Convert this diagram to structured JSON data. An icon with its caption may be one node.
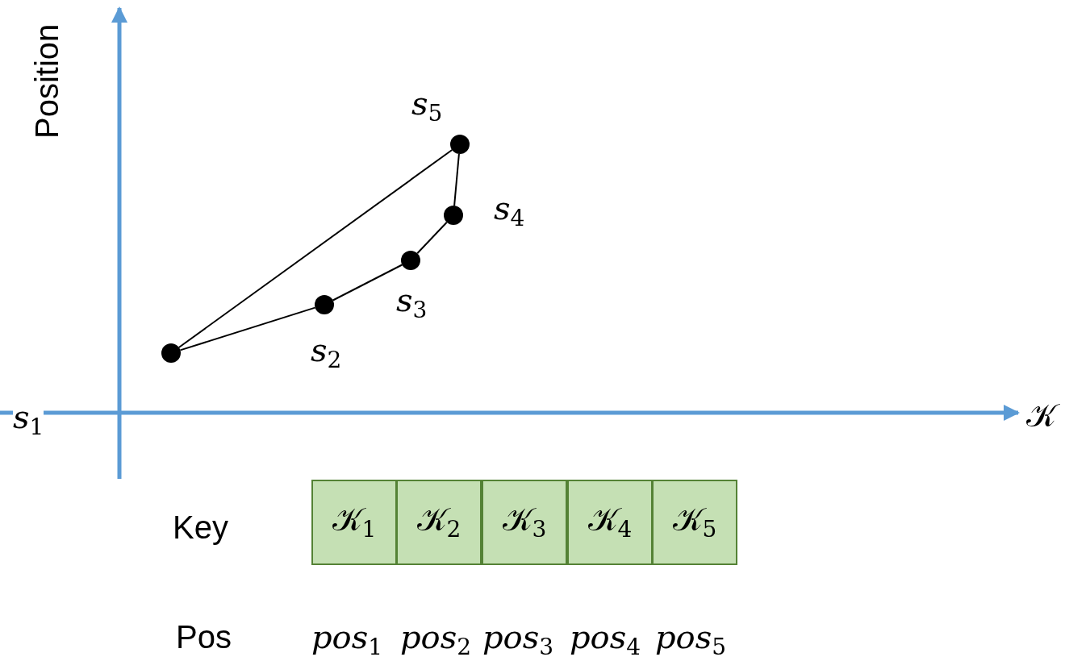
{
  "diagram": {
    "nodes": [
      {
        "text": [],
        "shape": "circle"
      },
      {
        "text": [],
        "shape": "circle",
        "beside": [
          "*s*$_{2}$"
        ]
      },
      {
        "text": [],
        "shape": "circle",
        "beside": [
          "*s*$_{3}$"
        ]
      },
      {
        "text": [],
        "shape": "circle",
        "beside": [
          "*s*$_{4}$"
        ]
      },
      {
        "text": [],
        "shape": "circle",
        "beside": [
          "*s*$_{5}$"
        ]
      },
      {
        "text": [
          "𝒦$_{1}$"
        ]
      },
      {
        "text": [
          "𝒦$_{2}$"
        ]
      },
      {
        "text": [
          "𝒦$_{3}$"
        ]
      },
      {
        "text": [
          "𝒦$_{4}$"
        ]
      },
      {
        "text": [
          "𝒦$_{5}$"
        ]
      }
    ],
    "edges": [
      {
        "from": 0,
        "to": 1,
        "arrow": "none"
      },
      {
        "from": 1,
        "to": 2,
        "arrow": "none"
      },
      {
        "from": 2,
        "to": 3,
        "arrow": "none"
      },
      {
        "from": 3,
        "to": 4,
        "arrow": "none"
      },
      {
        "from": 4,
        "to": 0,
        "arrow": "none"
      }
    ],
    "labels": [
      "Position",
      "*s*$_{1}$",
      "𝒦",
      "Key",
      "Pos",
      "*pos*$_{1}$",
      "*pos*$_{2}$",
      "*pos*$_{3}$",
      "*pos*$_{4}$",
      "*pos*$_{5}$"
    ]
  }
}
